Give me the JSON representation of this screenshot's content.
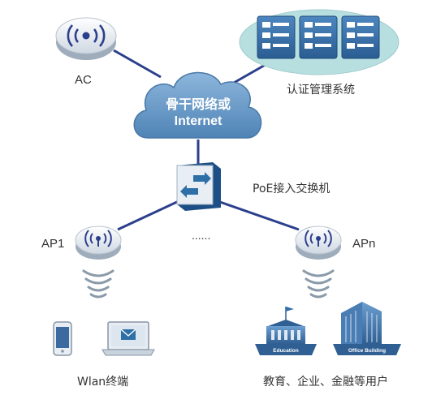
{
  "nodes": {
    "ac": "AC",
    "auth": "认证管理系统",
    "cloud_line1": "骨干网络或",
    "cloud_line2": "Internet",
    "switch": "PoE接入交换机",
    "ap1": "AP1",
    "apn": "APn",
    "ellipsis": "......",
    "wlan": "Wlan终端",
    "users": "教育、企业、金融等用户"
  },
  "building_tags": {
    "education": "Education",
    "office": "Office Building"
  },
  "colors": {
    "link": "#2b3f8c",
    "device_blue": "#2f6fa8",
    "cloud": "#6f9fc9",
    "server_ellipse": "#b8dfe0",
    "signal": "#8a9aa8"
  }
}
